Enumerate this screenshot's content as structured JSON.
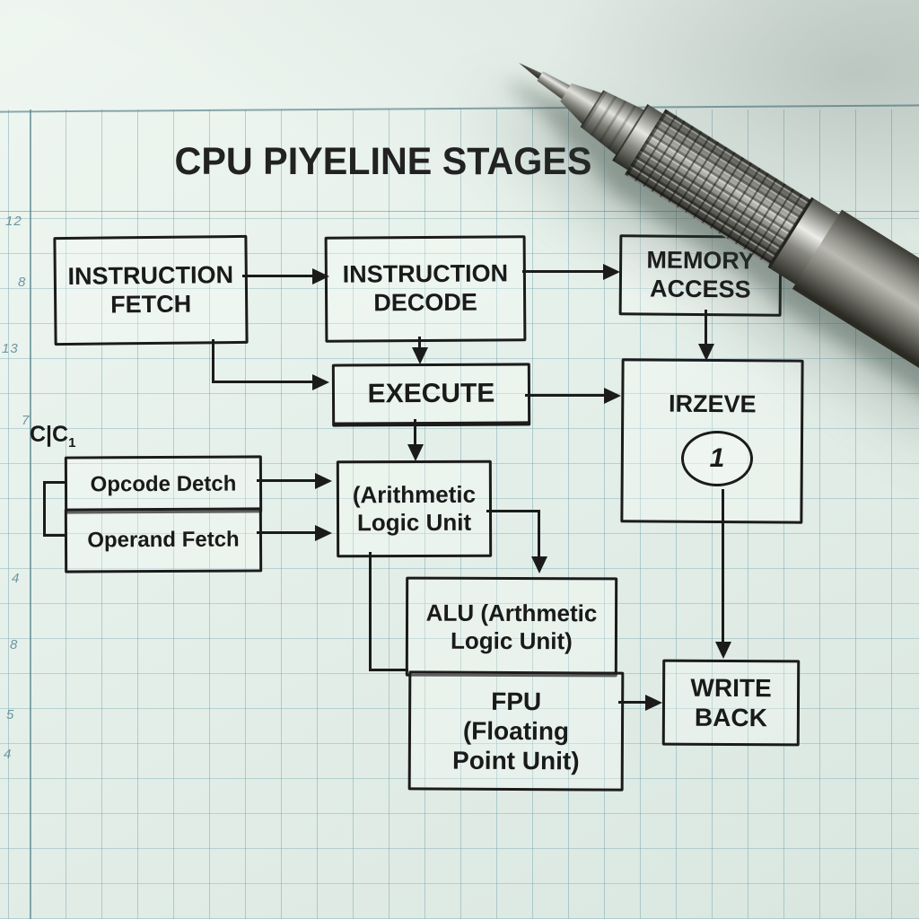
{
  "title": "CPU PIYELINE STAGES",
  "boxes": {
    "instruction_fetch": {
      "label": "INSTRUCTION\nFETCH"
    },
    "instruction_decode": {
      "label": "INSTRUCTION\nDECODE"
    },
    "memory_access": {
      "label": "MEMORY\nACCESS"
    },
    "execute": {
      "label": "EXECUTE"
    },
    "irzeve": {
      "label": "IRZEVE",
      "badge": "1"
    },
    "opcode_fetch": {
      "label": "Opcode Detch"
    },
    "operand_fetch": {
      "label": "Operand Fetch"
    },
    "alu_unit_small": {
      "label": "(Arithmetic\nLogic Unit"
    },
    "alu": {
      "label": "ALU (Arthmetic\nLogic Unit)"
    },
    "fpu": {
      "label": "FPU\n(Floating\nPoint Unit)"
    },
    "write_back": {
      "label": "WRITE\nBACK"
    }
  },
  "annotations": {
    "cc_main": "C|C",
    "cc_sub": "1"
  },
  "margin_numbers": [
    "12",
    "8",
    "13",
    "7",
    "4",
    "8",
    "5",
    "4"
  ],
  "colors": {
    "ink": "#1b1b1b",
    "paper": "#e7f1eb",
    "grid": "#7aa8af"
  },
  "objects": {
    "pencil": "mechanical-pencil"
  }
}
